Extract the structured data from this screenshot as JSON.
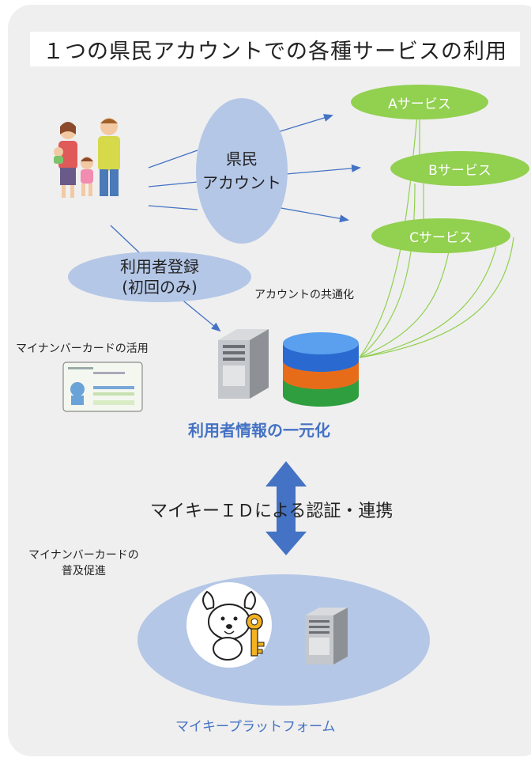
{
  "title": "１つの県民アカウントでの各種サービスの利用",
  "account": {
    "line1": "県民",
    "line2": "アカウント"
  },
  "services": [
    "Aサービス",
    "Bサービス",
    "Cサービス"
  ],
  "registration": {
    "line1": "利用者登録",
    "line2": "(初回のみ)"
  },
  "account_sharing_label": "アカウントの共通化",
  "mynumber_usage_label": "マイナンバーカードの活用",
  "unification_label": "利用者情報の一元化",
  "auth_label": "マイキーＩＤによる認証・連携",
  "promotion": {
    "line1": "マイナンバーカードの",
    "line2": "普及促進"
  },
  "platform_label": "マイキープラットフォーム",
  "colors": {
    "service_green": "#92d050",
    "ellipse_blue": "#b4c7e7",
    "arrow_blue": "#4472c4",
    "title_blue": "#4472c4"
  },
  "icons": [
    "family-icon",
    "server-icon",
    "database-icon",
    "mynumber-card-icon",
    "mascot-key-icon"
  ]
}
